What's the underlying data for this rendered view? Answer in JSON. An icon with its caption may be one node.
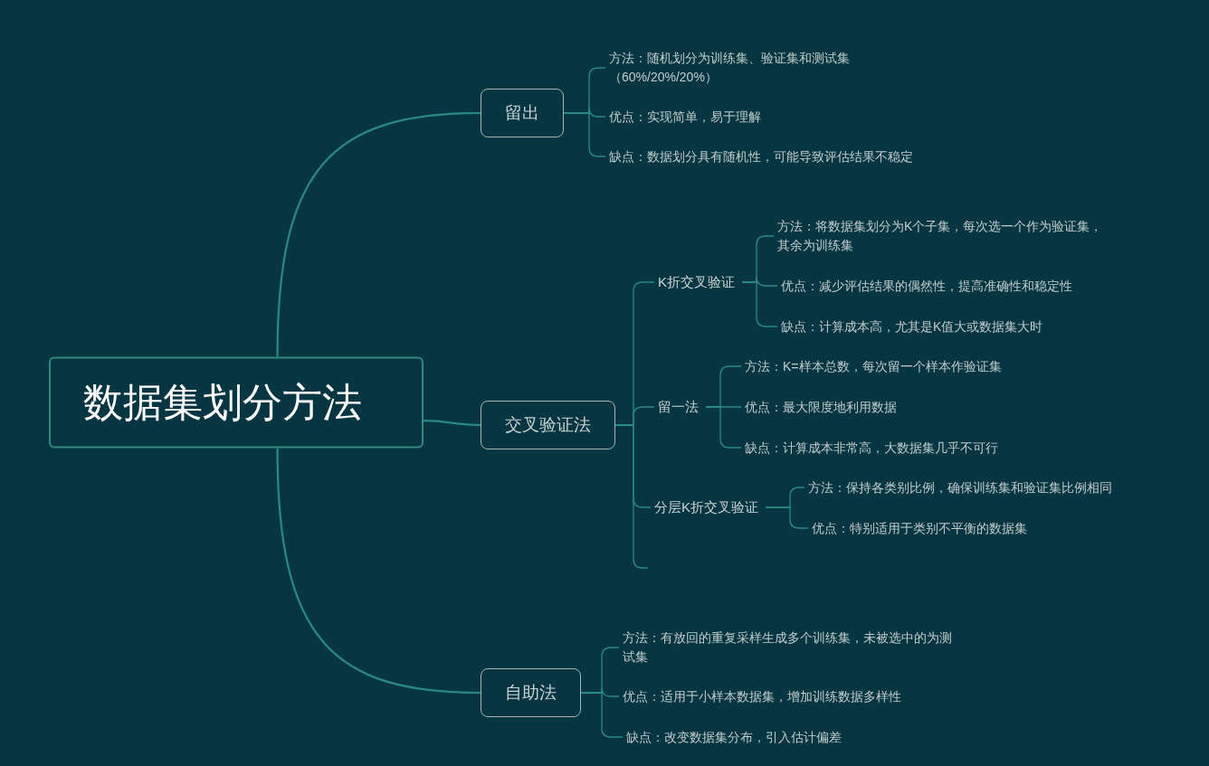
{
  "diagram": {
    "nodes": [
      {
        "text": [
          "数据集划分方法"
        ]
      },
      {
        "text": [
          "留出"
        ]
      },
      {
        "text": [
          "方法：随机划分为训练集、验证集和测试集（60%/20%/20%）"
        ]
      },
      {
        "text": [
          "优点：实现简单，易于理解"
        ]
      },
      {
        "text": [
          "缺点：数据划分具有随机性，可能导致评估结果不稳定"
        ]
      },
      {
        "text": [
          "交叉验证法"
        ]
      },
      {
        "text": [
          "K折交叉验证"
        ]
      },
      {
        "text": [
          "方法：将数据集划分为K个子集，每次选一个作为验证集，其余为训练集"
        ]
      },
      {
        "text": [
          "优点：减少评估结果的偶然性，提高准确性和稳定性"
        ]
      },
      {
        "text": [
          "缺点：计算成本高，尤其是K值大或数据集大时"
        ]
      },
      {
        "text": [
          "留一法"
        ]
      },
      {
        "text": [
          "方法：K=样本总数，每次留一个样本作验证集"
        ]
      },
      {
        "text": [
          "优点：最大限度地利用数据"
        ]
      },
      {
        "text": [
          "缺点：计算成本非常高，大数据集几乎不可行"
        ]
      },
      {
        "text": [
          "分层K折交叉验证"
        ]
      },
      {
        "text": [
          "方法：保持各类别比例，确保训练集和验证集比例相同"
        ]
      },
      {
        "text": [
          "优点：特别适用于类别不平衡的数据集"
        ]
      },
      {
        "text": [
          "自助法"
        ]
      },
      {
        "text": [
          "方法：有放回的重复采样生成多个训练集，未被选中的为测试集"
        ]
      },
      {
        "text": [
          "优点：适用于小样本数据集，增加训练数据多样性"
        ]
      },
      {
        "text": [
          "缺点：改变数据集分布，引入估计偏差"
        ]
      }
    ],
    "edges": [
      {
        "from": 0,
        "to": 1,
        "arrow": "none"
      },
      {
        "from": 0,
        "to": 5,
        "arrow": "none"
      },
      {
        "from": 0,
        "to": 17,
        "arrow": "none"
      },
      {
        "from": 1,
        "to": 2,
        "arrow": "none"
      },
      {
        "from": 1,
        "to": 3,
        "arrow": "none"
      },
      {
        "from": 1,
        "to": 4,
        "arrow": "none"
      },
      {
        "from": 5,
        "to": 6,
        "arrow": "none"
      },
      {
        "from": 5,
        "to": 10,
        "arrow": "none"
      },
      {
        "from": 5,
        "to": 14,
        "arrow": "none"
      },
      {
        "from": 5,
        "to": null,
        "arrow": "none"
      },
      {
        "from": 6,
        "to": 7,
        "arrow": "none"
      },
      {
        "from": 6,
        "to": 8,
        "arrow": "none"
      },
      {
        "from": 6,
        "to": 9,
        "arrow": "none"
      },
      {
        "from": 10,
        "to": 11,
        "arrow": "none"
      },
      {
        "from": 10,
        "to": 12,
        "arrow": "none"
      },
      {
        "from": 10,
        "to": 13,
        "arrow": "none"
      },
      {
        "from": 14,
        "to": 15,
        "arrow": "none"
      },
      {
        "from": 14,
        "to": 16,
        "arrow": "none"
      },
      {
        "from": 17,
        "to": 18,
        "arrow": "none"
      },
      {
        "from": 17,
        "to": 19,
        "arrow": "none"
      },
      {
        "from": 17,
        "to": 20,
        "arrow": "none"
      }
    ]
  }
}
